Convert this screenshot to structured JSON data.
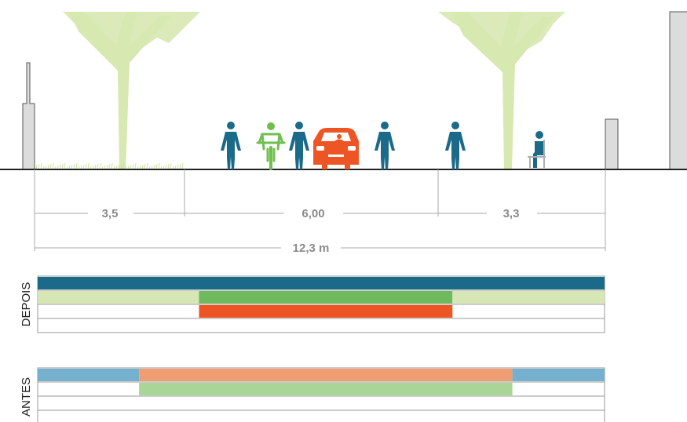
{
  "section": {
    "dimensions": {
      "left_width": "3,5",
      "center_width": "6,00",
      "right_width": "3,3",
      "total_width": "12,3 m"
    },
    "elements": [
      "left-pole",
      "left-grass-strip",
      "left-tree",
      "pedestrian",
      "cyclist",
      "pedestrian",
      "car",
      "pedestrian",
      "pedestrian",
      "right-tree",
      "seated-person",
      "right-bollard",
      "right-wall"
    ]
  },
  "usage_bars": {
    "after": {
      "label": "DEPOIS",
      "rows": [
        {
          "name": "pedestrians",
          "segments": [
            {
              "from": 0,
              "to": 12.3,
              "color": "#1b6a8a"
            }
          ]
        },
        {
          "name": "greenery",
          "segments": [
            {
              "from": 0,
              "to": 3.5,
              "color": "#d6e6b4"
            },
            {
              "from": 3.5,
              "to": 9.0,
              "color": "#6fb95e"
            },
            {
              "from": 9.0,
              "to": 12.3,
              "color": "#d6e6b4"
            }
          ]
        },
        {
          "name": "cars",
          "segments": [
            {
              "from": 3.5,
              "to": 9.0,
              "color": "#ee5525"
            }
          ]
        },
        {
          "name": "empty",
          "segments": []
        }
      ]
    },
    "before": {
      "label": "ANTES",
      "rows": [
        {
          "name": "pedestrians",
          "segments": [
            {
              "from": 0,
              "to": 2.2,
              "color": "#76b0cf"
            },
            {
              "from": 2.2,
              "to": 10.3,
              "color": "#f19d74"
            },
            {
              "from": 10.3,
              "to": 12.3,
              "color": "#76b0cf"
            }
          ]
        },
        {
          "name": "greenery",
          "segments": [
            {
              "from": 2.2,
              "to": 10.3,
              "color": "#a9d696"
            }
          ]
        },
        {
          "name": "empty",
          "segments": []
        },
        {
          "name": "empty2",
          "segments": []
        }
      ]
    }
  },
  "colors": {
    "pedestrian": "#1b6a8a",
    "cyclist": "#6fbf4f",
    "car": "#ee5525",
    "tree": "#d7e8b0",
    "grass": "#d2e6a8",
    "structure": "#dcdcdc",
    "ground": "#222222"
  }
}
